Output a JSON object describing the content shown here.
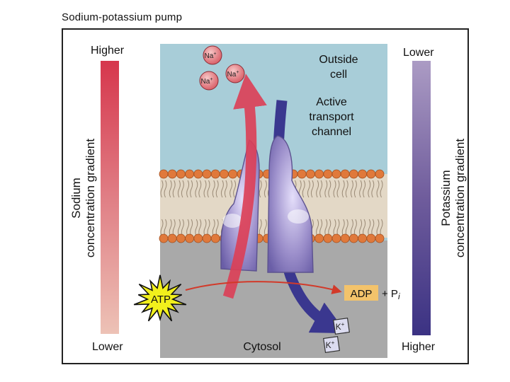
{
  "title": "Sodium-potassium pump",
  "left_gradient": {
    "top_label": "Higher",
    "bottom_label": "Lower",
    "axis_label_line1": "Sodium",
    "axis_label_line2": "concentration gradient",
    "color_top": "#d6364c",
    "color_bottom": "#edc2b6"
  },
  "right_gradient": {
    "top_label": "Lower",
    "bottom_label": "Higher",
    "axis_label_line1": "Potassium",
    "axis_label_line2": "concentration gradient",
    "color_top": "#ab9bc4",
    "color_bottom": "#3b3283"
  },
  "regions": {
    "outside_line1": "Outside",
    "outside_line2": "cell",
    "cytosol": "Cytosol"
  },
  "channel_label": {
    "line1": "Active",
    "line2": "transport",
    "line3": "channel"
  },
  "ions": {
    "sodium": "Na",
    "sodium_charge": "+",
    "potassium": "K",
    "potassium_charge": "+"
  },
  "energy": {
    "atp": "ATP",
    "adp": "ADP",
    "plus": "+ P",
    "pi_sub": "i"
  },
  "colors": {
    "outside_cell": "#a8cdd8",
    "cytosol": "#a9a9a9",
    "sodium_arrow": "#dd3f56",
    "potassium_arrow": "#3a378f",
    "atp_star": "#f2f01c",
    "adp_box": "#f3c36b",
    "lipid_head": "#e0793b"
  }
}
